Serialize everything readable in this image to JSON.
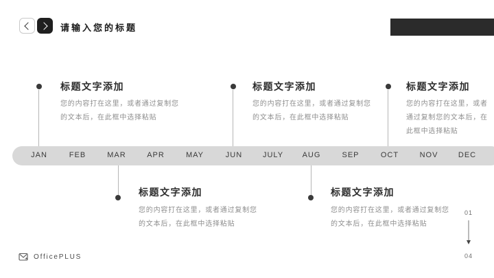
{
  "header": {
    "title": "请输入您的标题",
    "nav_prev_icon": "chevron-left",
    "nav_next_icon": "chevron-right"
  },
  "decor": {
    "top_right_bar_color": "#2b2b2b"
  },
  "timeline": {
    "months": [
      "JAN",
      "FEB",
      "MAR",
      "APR",
      "MAY",
      "JUN",
      "JULY",
      "AUG",
      "SEP",
      "OCT",
      "NOV",
      "DEC"
    ]
  },
  "milestones_top": [
    {
      "month": "JAN",
      "title": "标题文字添加",
      "body": [
        "您的内容打在这里，或者通过复制您",
        "的文本后，在此框中选择粘贴"
      ]
    },
    {
      "month": "JUN",
      "title": "标题文字添加",
      "body": [
        "您的内容打在这里，或者通过复制您",
        "的文本后，在此框中选择粘贴"
      ]
    },
    {
      "month": "OCT",
      "title": "标题文字添加",
      "body": [
        "您的内容打在这里，或者",
        "通过复制您的文本后，在",
        "此框中选择粘贴"
      ]
    }
  ],
  "milestones_bottom": [
    {
      "month": "MAR",
      "title": "标题文字添加",
      "body": [
        "您的内容打在这里，或者通过复制您",
        "的文本后，在此框中选择粘贴"
      ]
    },
    {
      "month": "AUG",
      "title": "标题文字添加",
      "body": [
        "您的内容打在这里，或者通过复制您",
        "的文本后，在此框中选择粘贴"
      ]
    }
  ],
  "footer": {
    "brand": "OfficePLUS",
    "brand_icon": "envelope-icon"
  },
  "pager": {
    "current": "01",
    "total": "04",
    "icon": "arrow-down-icon"
  },
  "colors": {
    "band": "#d8d8d8",
    "accent_dark": "#2b2b2b",
    "dot": "#3a3a3a",
    "line": "#b5b5b5",
    "title_text": "#2d2d2d",
    "body_text": "#8f8f8f"
  }
}
